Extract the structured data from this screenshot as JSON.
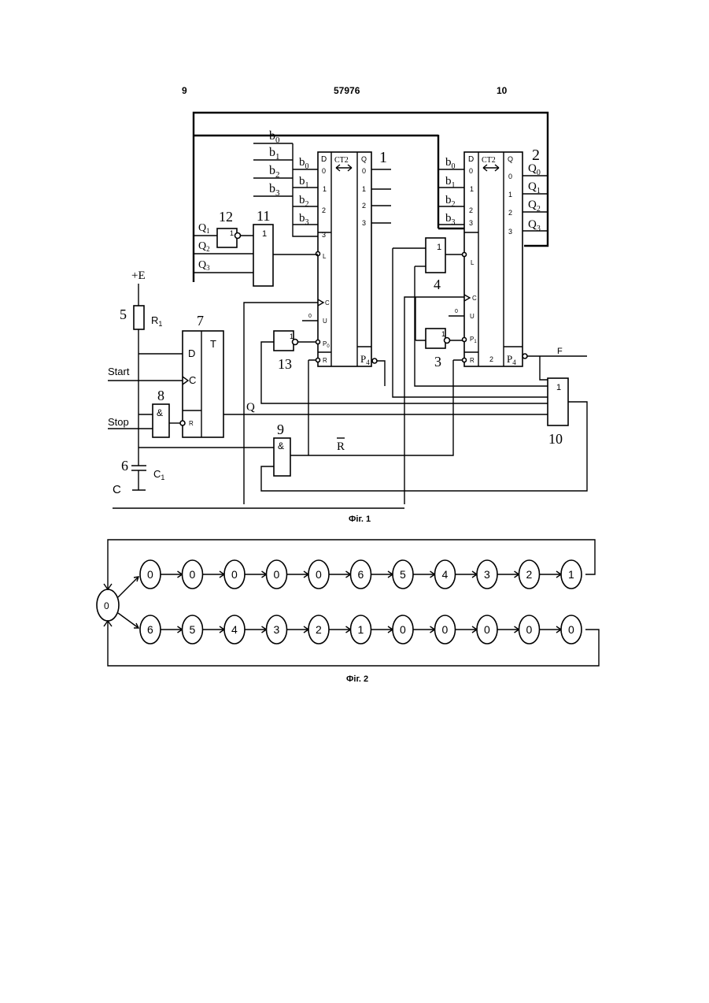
{
  "header": {
    "left": "9",
    "center": "57976",
    "right": "10"
  },
  "fig1": {
    "caption": "Фіг. 1",
    "counter1": {
      "ref": "1",
      "type": "CT2",
      "inputs": [
        "D",
        "0",
        "1",
        "2",
        "3",
        "L",
        "C",
        "U",
        "P",
        "R"
      ],
      "outputs": [
        "Q",
        "0",
        "1",
        "2",
        "3"
      ],
      "carry": "P",
      "carry_sub": "4",
      "u_const": "0",
      "p_sub": "0"
    },
    "counter2": {
      "ref": "2",
      "type": "CT2",
      "inputs": [
        "D",
        "0",
        "1",
        "2",
        "3",
        "L",
        "C",
        "U",
        "P",
        "R"
      ],
      "outputs": [
        "Q",
        "0",
        "1",
        "2",
        "3"
      ],
      "carry": "P",
      "carry_sub": "4",
      "u_const": "0",
      "p_sub": "1",
      "inner_label": "2"
    },
    "b_inputs": [
      "b",
      "b",
      "b",
      "b"
    ],
    "b_subs": [
      "0",
      "1",
      "2",
      "3"
    ],
    "q_outputs": [
      "Q",
      "Q",
      "Q",
      "Q"
    ],
    "q_subs": [
      "0",
      "1",
      "2",
      "3"
    ],
    "gate_or": "1",
    "gate_and": "&",
    "inv": "1",
    "trigger": {
      "ref": "7",
      "q": "T",
      "d": "D",
      "c": "C",
      "r": "R"
    },
    "refs": {
      "r1": "5",
      "c1": "6",
      "g3": "3",
      "g4": "4",
      "g8": "8",
      "g9": "9",
      "g10": "10",
      "g11": "11",
      "g12": "12",
      "g13": "13"
    },
    "labels": {
      "power": "+E",
      "r1": "R",
      "r1_sub": "1",
      "c1": "C",
      "c1_sub": "1",
      "start": "Start",
      "stop": "Stop",
      "q": "Q",
      "rbar": "R",
      "f": "F",
      "c": "C"
    }
  },
  "fig2": {
    "caption": "Фіг. 2",
    "start_state": "0",
    "top_row": [
      "0",
      "0",
      "0",
      "0",
      "0",
      "6",
      "5",
      "4",
      "3",
      "2",
      "1"
    ],
    "bottom_row": [
      "6",
      "5",
      "4",
      "3",
      "2",
      "1",
      "0",
      "0",
      "0",
      "0",
      "0"
    ]
  }
}
